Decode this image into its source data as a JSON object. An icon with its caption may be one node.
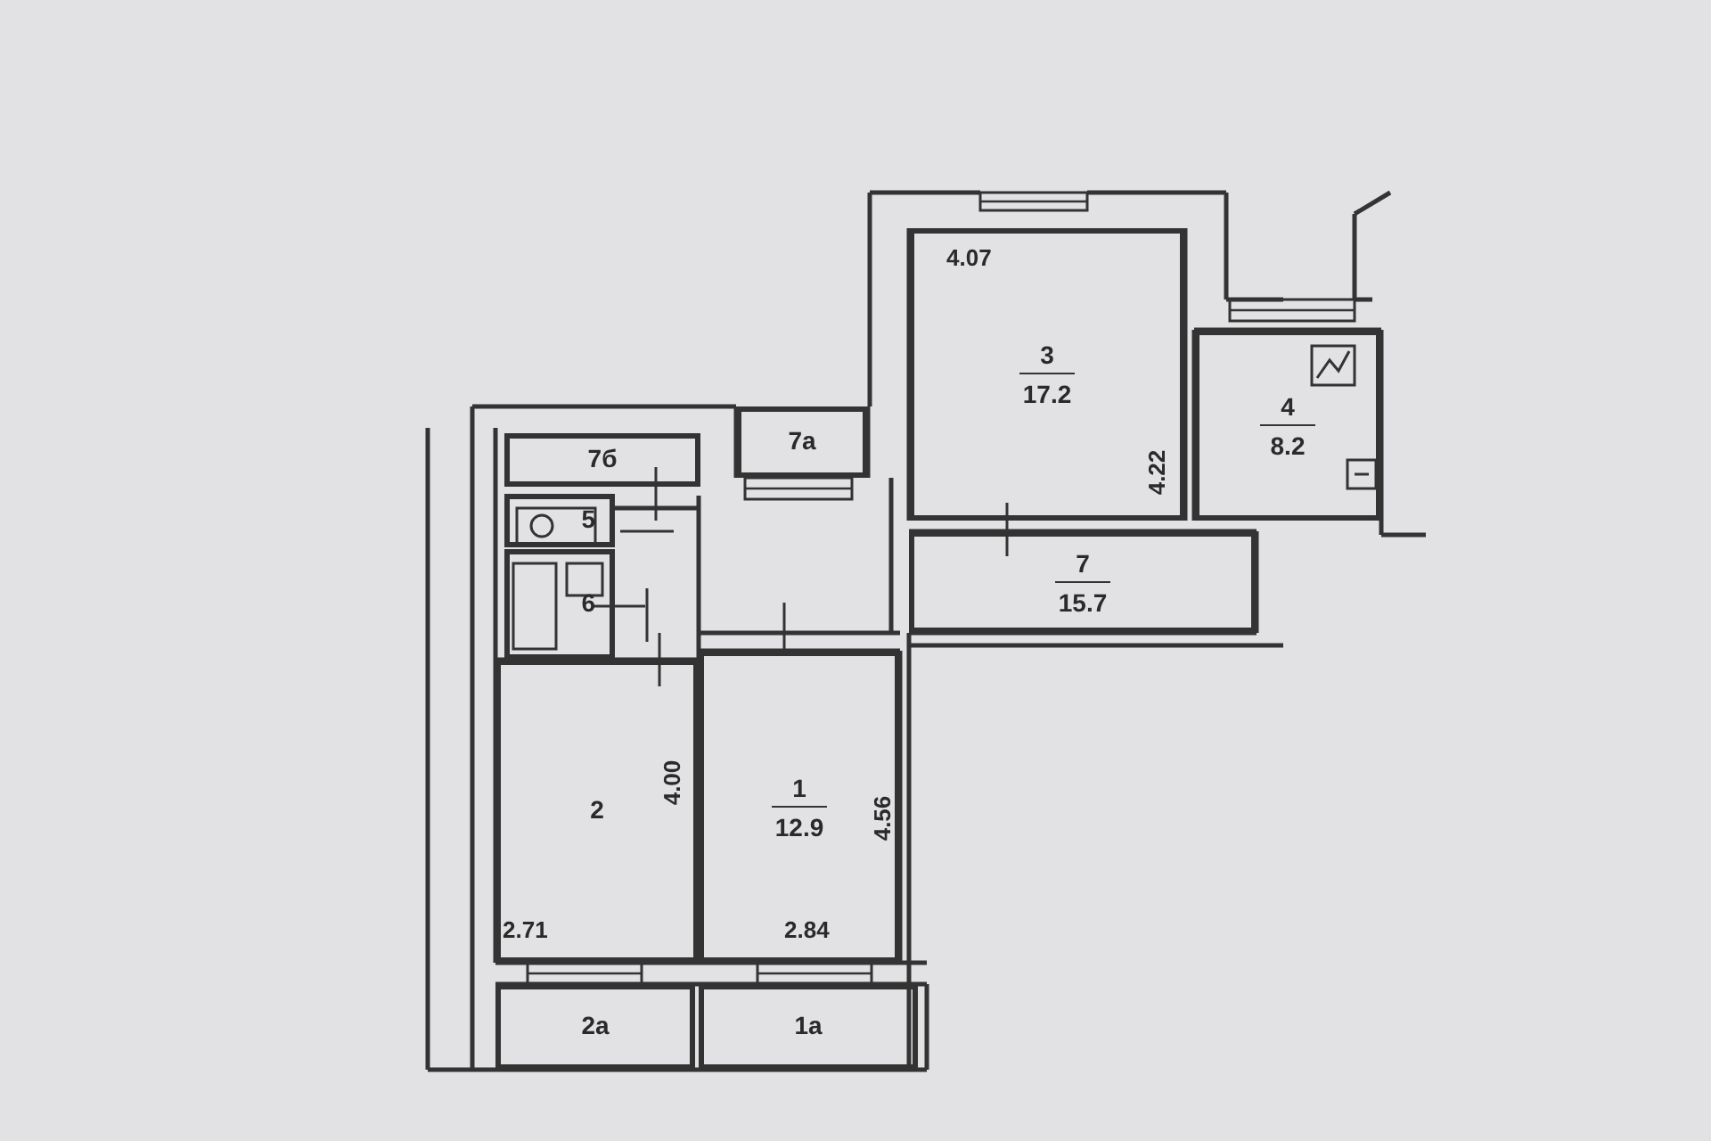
{
  "diagram": {
    "nodes": [
      {
        "text": [
          "3",
          "17.2"
        ]
      },
      {
        "text": [
          "4",
          "8.2"
        ]
      },
      {
        "text": [
          "7а"
        ]
      },
      {
        "text": [
          "7б"
        ]
      },
      {
        "text": [
          "5"
        ]
      },
      {
        "text": [
          "6"
        ]
      },
      {
        "text": [
          "7",
          "15.7"
        ]
      },
      {
        "text": [
          "2"
        ]
      },
      {
        "text": [
          "1",
          "12.9"
        ]
      },
      {
        "text": [
          "2а"
        ]
      },
      {
        "text": [
          "1а"
        ]
      }
    ],
    "edges": [],
    "labels": [
      "4.07",
      "4.22",
      "4.00",
      "4.56",
      "2.71",
      "2.84"
    ]
  }
}
